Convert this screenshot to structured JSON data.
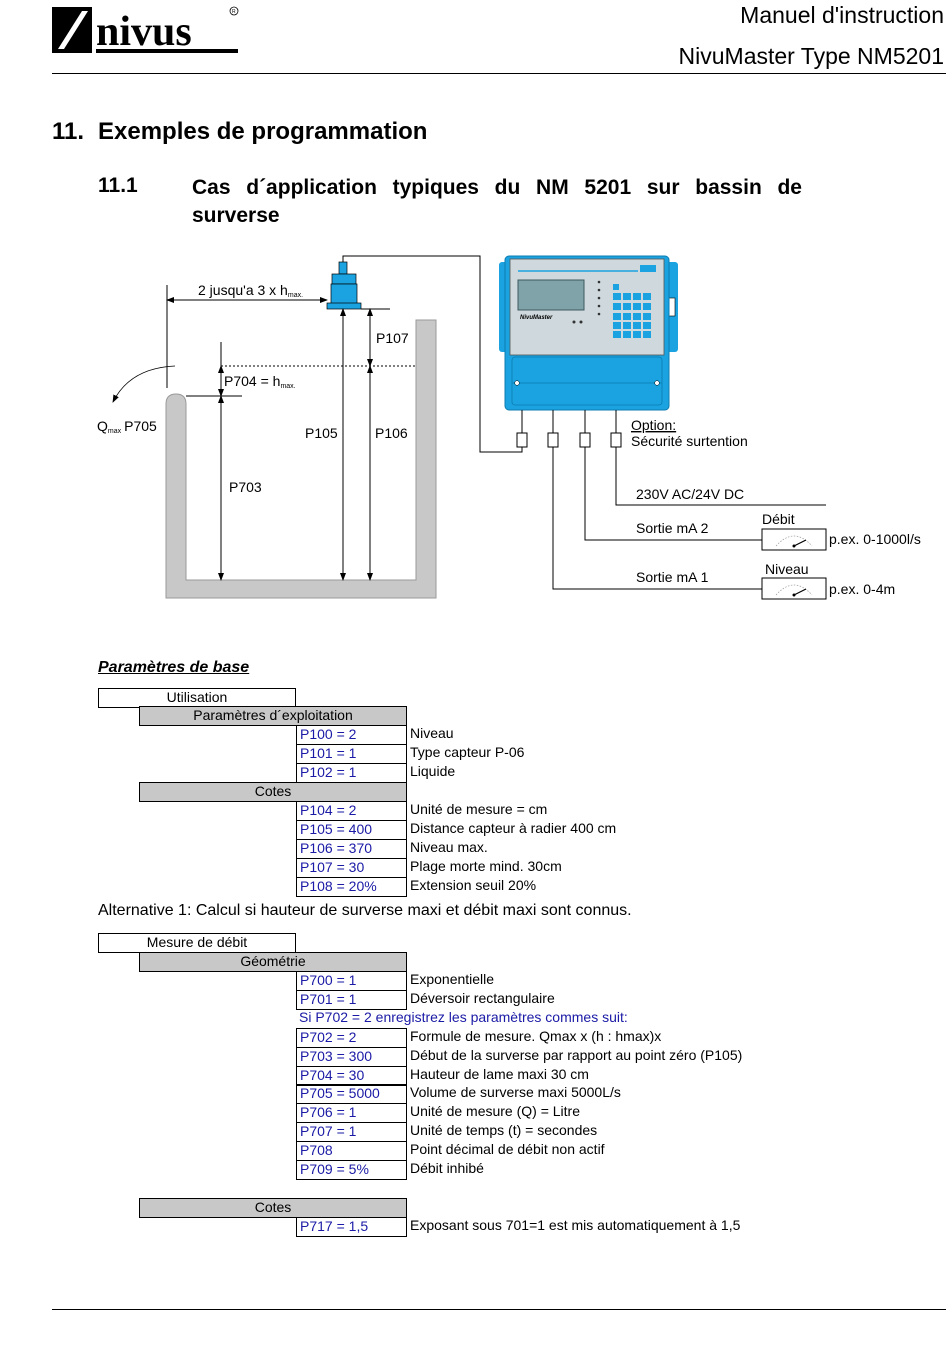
{
  "header": {
    "logo_text": "nivus",
    "title_line1": "Manuel d'instruction",
    "title_line2": "NivuMaster Type NM5201"
  },
  "section": {
    "number": "11.",
    "title": "Exemples de programmation"
  },
  "subsection": {
    "number": "11.1",
    "title": "Cas d´application typiques du NM 5201 sur bassin de surverse"
  },
  "diagram": {
    "labels": {
      "distance": "2 jusqu'a 3 x h",
      "distance_sub": "max.",
      "p107": "P107",
      "p704": "P704 = h",
      "p704_sub": "max.",
      "qmax": "Q",
      "qmax_sub": "max",
      "p705": "P705",
      "p105": "P105",
      "p106": "P106",
      "p703": "P703",
      "device_name": "NivuMaster",
      "option_title": "Option:",
      "option_text": "Sécurité surtention",
      "power": "230V AC/24V DC",
      "out2": "Sortie mA 2",
      "out2_meter": "Débit",
      "out2_range": "p.ex. 0-1000l/s",
      "out1": "Sortie mA 1",
      "out1_meter": "Niveau",
      "out1_range": "p.ex. 0-4m"
    },
    "colors": {
      "device": "#1aa3e0",
      "panel": "#cfd8dc",
      "basin": "#c8c8c8"
    }
  },
  "params": {
    "heading": "Paramètres de base",
    "menu1": "Utilisation",
    "group1": "Paramètres d´exploitation",
    "rows1": [
      {
        "code": "P100 = 2",
        "desc": " Niveau"
      },
      {
        "code": "P101 = 1",
        "desc": "Type capteur P-06"
      },
      {
        "code": "P102 = 1",
        "desc": "Liquide"
      }
    ],
    "group2": "Cotes",
    "rows2": [
      {
        "code": "P104 = 2",
        "desc": "Unité de mesure = cm"
      },
      {
        "code": "P105 = 400",
        "desc": "Distance capteur à radier 400 cm"
      },
      {
        "code": "P106 = 370",
        "desc": "Niveau max."
      },
      {
        "code": "P107 = 30",
        "desc": "Plage morte mind. 30cm"
      },
      {
        "code": "P108 = 20%",
        "desc": "Extension seuil 20%"
      }
    ],
    "alternative": "Alternative 1: Calcul si hauteur de surverse maxi et débit maxi sont connus.",
    "menu2": "Mesure de débit",
    "group3": "Géométrie",
    "rows3": [
      {
        "code": "P700 = 1",
        "desc": "Exponentielle"
      },
      {
        "code": "P701 = 1",
        "desc": "Déversoir rectangulaire"
      }
    ],
    "note": "Si P702 = 2 enregistrez les paramètres commes suit:",
    "rows4": [
      {
        "code": "P702 = 2",
        "desc": "Formule de mesure. Qmax x (h : hmax)x"
      },
      {
        "code": "P703 = 300",
        "desc": "Début de la surverse par rapport au point zéro (P105)"
      },
      {
        "code": "P704 = 30",
        "desc": "Hauteur de lame maxi 30 cm"
      },
      {
        "code": "P705 = 5000",
        "desc": "Volume de surverse maxi 5000L/s"
      },
      {
        "code": "P706 = 1",
        "desc": "Unité de mesure (Q) = Litre"
      },
      {
        "code": "P707 = 1",
        "desc": "Unité de temps (t) = secondes"
      },
      {
        "code": "P708",
        "desc": "Point décimal de débit non actif"
      },
      {
        "code": "P709 = 5%",
        "desc": "Débit inhibé"
      }
    ],
    "group4": "Cotes",
    "rows5": [
      {
        "code": "P717 = 1,5",
        "desc": "Exposant sous 701=1 est mis automatiquement à 1,5"
      }
    ]
  }
}
